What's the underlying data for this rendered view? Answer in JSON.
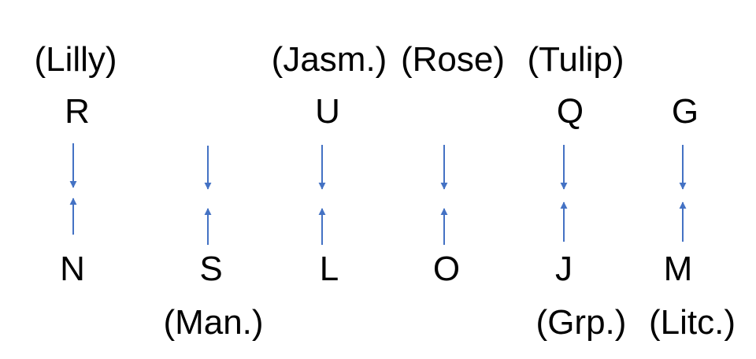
{
  "columns": [
    {
      "id": "c1",
      "top_name": "(Lilly)",
      "top_letter": "R",
      "bottom_letter": "N",
      "bottom_name": ""
    },
    {
      "id": "c2",
      "top_name": "",
      "top_letter": "",
      "bottom_letter": "S",
      "bottom_name": "(Man.)"
    },
    {
      "id": "c3",
      "top_name": "(Jasm.)",
      "top_letter": "U",
      "bottom_letter": "L",
      "bottom_name": ""
    },
    {
      "id": "c4",
      "top_name": "(Rose)",
      "top_letter": "",
      "bottom_letter": "O",
      "bottom_name": ""
    },
    {
      "id": "c5",
      "top_name": "(Tulip)",
      "top_letter": "Q",
      "bottom_letter": "J",
      "bottom_name": "(Grp.)"
    },
    {
      "id": "c6",
      "top_name": "",
      "top_letter": "G",
      "bottom_letter": "M",
      "bottom_name": "(Litc.)"
    }
  ],
  "colors": {
    "arrow": "#4472C4",
    "text": "#000000"
  }
}
